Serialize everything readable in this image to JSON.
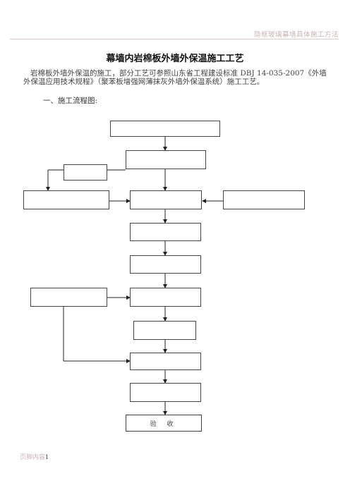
{
  "header": {
    "text": "隐框玻璃幕墙具体施工方法"
  },
  "document": {
    "title": "幕墙内岩棉板外墙外保温施工工艺",
    "paragraph": "岩棉板外墙外保温的施工，部分工艺可参照山东省工程建设标准 DBJ 14-035-2007《外墙外保温应用技术规程》（聚苯板增强网薄抹灰外墙外保温系统）施工工艺。",
    "section_heading": "一、施工流程图:"
  },
  "flowchart": {
    "boxes": [
      {
        "id": "b1",
        "label": ""
      },
      {
        "id": "b2",
        "label": ""
      },
      {
        "id": "b3",
        "label": ""
      },
      {
        "id": "b4",
        "label": ""
      },
      {
        "id": "b5",
        "label": ""
      },
      {
        "id": "b6",
        "label": ""
      },
      {
        "id": "b7",
        "label": ""
      },
      {
        "id": "b8",
        "label": ""
      },
      {
        "id": "b9",
        "label": ""
      },
      {
        "id": "b10",
        "label": ""
      },
      {
        "id": "b11",
        "label": ""
      },
      {
        "id": "b12",
        "label": ""
      },
      {
        "id": "b13",
        "label": ""
      },
      {
        "id": "b14",
        "label": ""
      },
      {
        "id": "b15",
        "label": "验 收"
      }
    ]
  },
  "footer": {
    "text": "页脚内容",
    "page_number": "1"
  }
}
